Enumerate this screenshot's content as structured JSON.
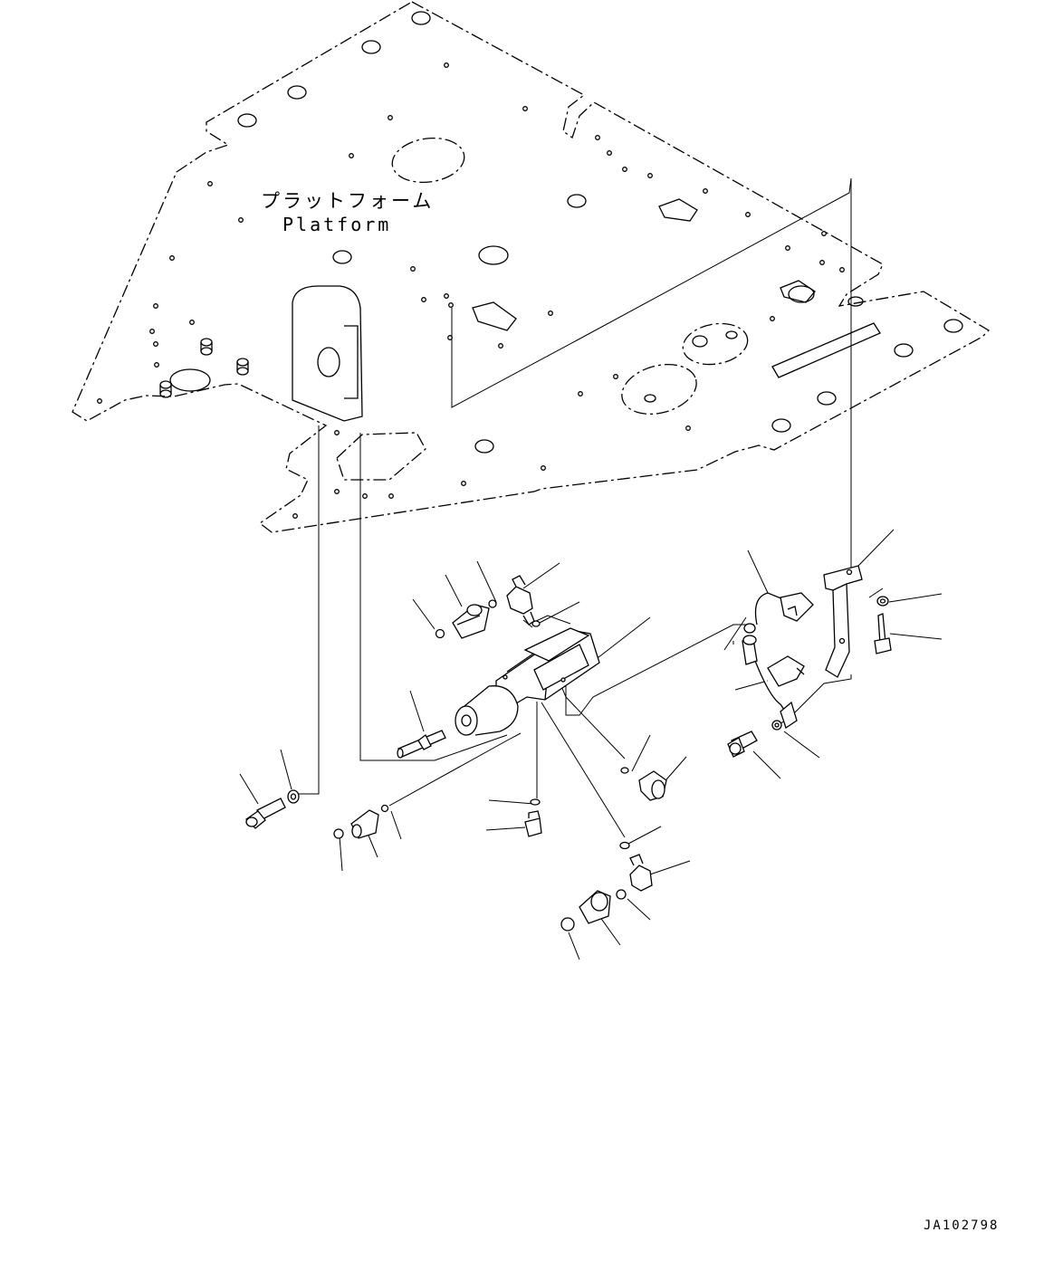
{
  "labels": {
    "platform_jp": "プラットフォーム",
    "platform_en": "Platform",
    "drawing_number": "JA102798"
  },
  "colors": {
    "line": "#000000",
    "background": "#ffffff"
  }
}
